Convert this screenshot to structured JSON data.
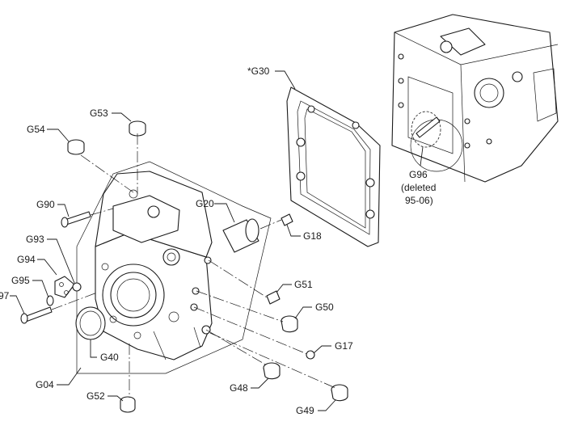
{
  "callouts": {
    "G30": "*G30",
    "G53": "G53",
    "G54": "G54",
    "G90": "G90",
    "G20": "G20",
    "G18": "G18",
    "G93": "G93",
    "G94": "G94",
    "G95": "G95",
    "G97": "97",
    "G51": "G51",
    "G50": "G50",
    "G40": "G40",
    "G17": "G17",
    "G04": "G04",
    "G48": "G48",
    "G52": "G52",
    "G49": "G49",
    "G96_line1": "G96",
    "G96_line2": "(deleted",
    "G96_line3": "95-06)"
  },
  "colors": {
    "ink": "#1a1a1a",
    "background": "#ffffff"
  }
}
